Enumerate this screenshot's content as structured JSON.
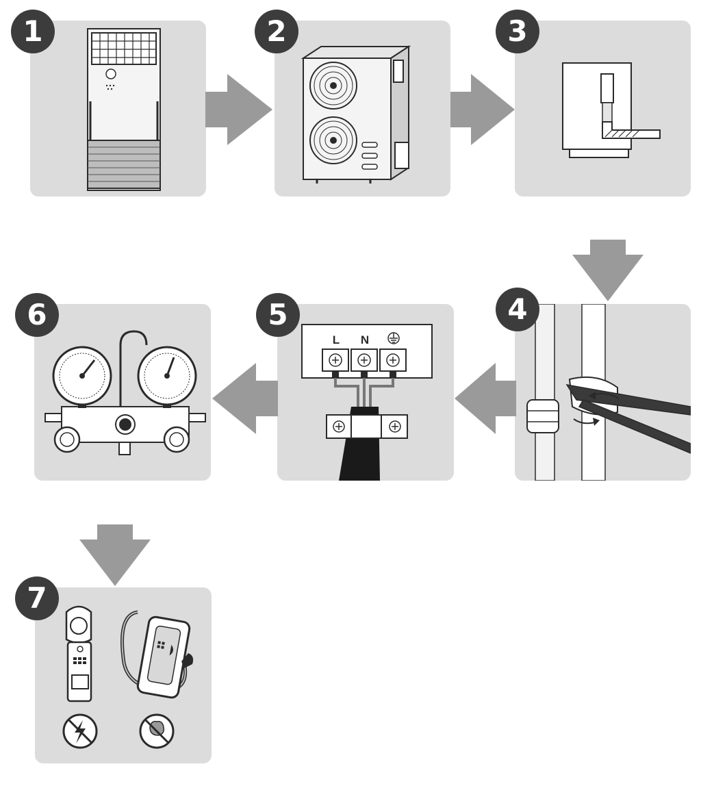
{
  "steps": [
    {
      "number": "1",
      "illustration": "indoor-floor-standing-unit-icon"
    },
    {
      "number": "2",
      "illustration": "outdoor-unit-icon"
    },
    {
      "number": "3",
      "illustration": "wall-pipe-hole-icon"
    },
    {
      "number": "4",
      "illustration": "wrench-pipe-connection-icon"
    },
    {
      "number": "5",
      "illustration": "terminal-block-wiring-icon"
    },
    {
      "number": "6",
      "illustration": "manifold-gauge-icon"
    },
    {
      "number": "7",
      "illustration": "clamp-meter-and-leak-detector-icon"
    }
  ],
  "terminals": {
    "l": "L",
    "n": "N"
  },
  "colors": {
    "panel": "#dcdcdc",
    "arrow": "#9a9a9a",
    "badge": "#3c3c3c",
    "line": "#2a2a2a"
  }
}
